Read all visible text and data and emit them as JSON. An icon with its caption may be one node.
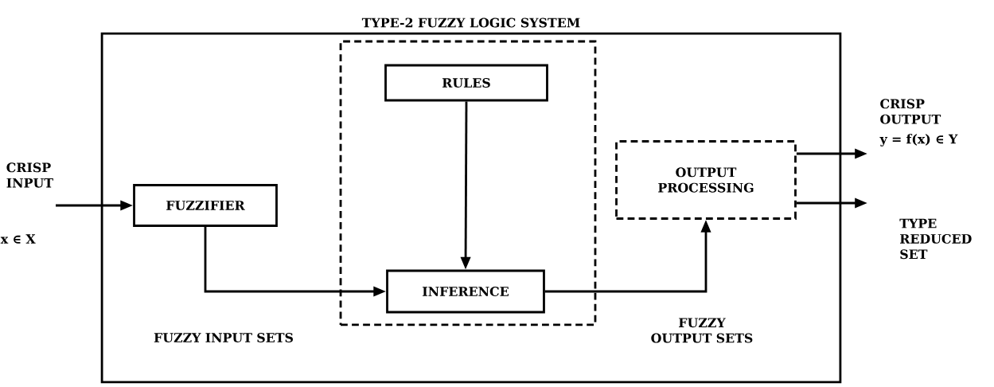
{
  "diagram": {
    "nodes": [
      {
        "text": [
          "TYPE-2 FUZZY LOGIC SYSTEM"
        ]
      },
      {
        "text": [],
        "shape": "box",
        "in": 0
      },
      {
        "text": [
          "RULES"
        ],
        "in": 1
      },
      {
        "text": [
          "INFERENCE"
        ],
        "in": 1
      },
      {
        "text": [
          "FUZZIFIER"
        ],
        "in": 0
      },
      {
        "text": [
          "OUTPUT PROCESSING"
        ],
        "in": 0
      }
    ],
    "edges": [
      {
        "from": null,
        "to": 4,
        "arrow": "to"
      },
      {
        "from": 4,
        "to": 3,
        "arrow": "to",
        "label": "FUZZY INPUT SETS"
      },
      {
        "from": 2,
        "to": 3,
        "arrow": "to"
      },
      {
        "from": 3,
        "to": 5,
        "arrow": "to",
        "label": "FUZZY OUTPUT SETS"
      },
      {
        "from": 5,
        "to": null,
        "arrow": "to"
      },
      {
        "from": 5,
        "to": null,
        "arrow": "to"
      }
    ],
    "labels": [
      "CRISP INPUT",
      "x ∈ X",
      "CRISP OUTPUT",
      "y = f(x) ∈ Y",
      "TYPE REDUCED SET"
    ]
  }
}
